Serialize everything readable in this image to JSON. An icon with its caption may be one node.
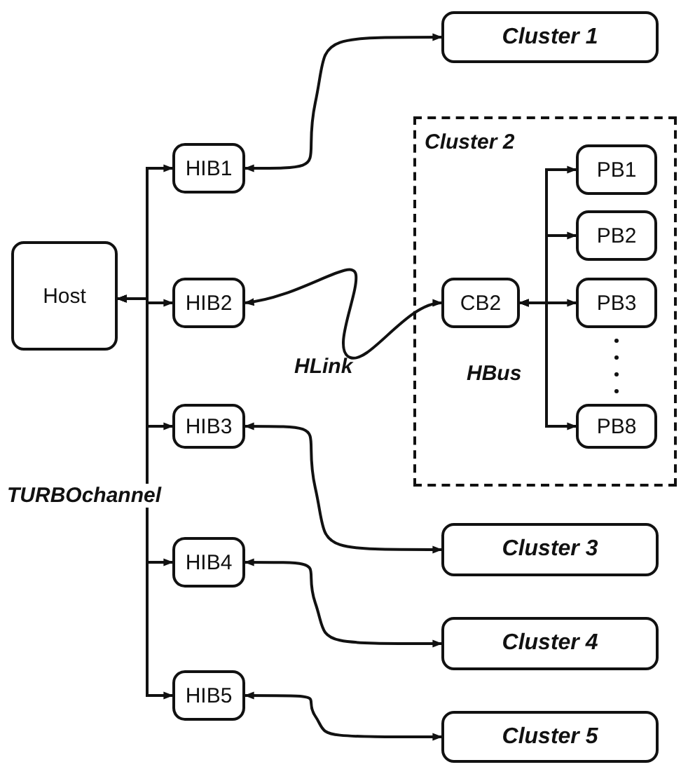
{
  "diagram": {
    "nodes": [
      {
        "text": [
          "Host"
        ]
      },
      {
        "text": [
          "HIB1"
        ]
      },
      {
        "text": [
          "HIB2"
        ]
      },
      {
        "text": [
          "HIB3"
        ]
      },
      {
        "text": [
          "HIB4"
        ]
      },
      {
        "text": [
          "HIB5"
        ]
      },
      {
        "text": [
          "Cluster 1"
        ]
      },
      {
        "text": [
          "Cluster 2"
        ]
      },
      {
        "text": [
          "CB2"
        ],
        "in": 7
      },
      {
        "text": [
          "PB1"
        ],
        "in": 7
      },
      {
        "text": [
          "PB2"
        ],
        "in": 7
      },
      {
        "text": [
          "PB3"
        ],
        "in": 7
      },
      {
        "text": [
          "PB8"
        ],
        "in": 7
      },
      {
        "text": [
          "Cluster 3"
        ]
      },
      {
        "text": [
          "Cluster 4"
        ]
      },
      {
        "text": [
          "Cluster 5"
        ]
      }
    ],
    "edges": [
      {
        "from": 0,
        "to": 1,
        "arrow": "both"
      },
      {
        "from": 0,
        "to": 2,
        "arrow": "both"
      },
      {
        "from": 0,
        "to": 3,
        "arrow": "both"
      },
      {
        "from": 0,
        "to": 4,
        "arrow": "both"
      },
      {
        "from": 0,
        "to": 5,
        "arrow": "both"
      },
      {
        "from": 1,
        "to": 6,
        "arrow": "both"
      },
      {
        "from": 2,
        "to": 8,
        "arrow": "both",
        "label": "HLink"
      },
      {
        "from": 3,
        "to": 13,
        "arrow": "both"
      },
      {
        "from": 4,
        "to": 14,
        "arrow": "both"
      },
      {
        "from": 5,
        "to": 15,
        "arrow": "both"
      },
      {
        "from": 8,
        "to": 9,
        "arrow": "both"
      },
      {
        "from": 8,
        "to": 10,
        "arrow": "both"
      },
      {
        "from": 8,
        "to": 11,
        "arrow": "both"
      },
      {
        "from": 8,
        "to": 12,
        "arrow": "both"
      }
    ],
    "labels": [
      "HBus",
      "TURBOchannel"
    ]
  }
}
